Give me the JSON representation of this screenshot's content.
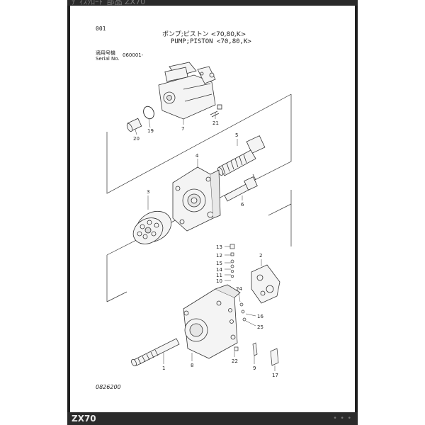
{
  "sheet": {
    "page_number": "001",
    "title_jp": "ポンプ;ピストン <70,80,K>",
    "title_en": "PUMP;PISTON <70,80,K>",
    "serial_label_jp": "適用号機",
    "serial_label_en": "Serial No.",
    "serial_value": "060001-",
    "figure_number": "0826200"
  },
  "viewer": {
    "model_label": "ZX70",
    "top_strip_text": "ﾃﾞｨｽｸﾛｰﾄﾞ部品 ZX70"
  },
  "callouts": [
    "1",
    "2",
    "3",
    "4",
    "5",
    "6",
    "7",
    "8",
    "9",
    "10",
    "11",
    "12",
    "13",
    "14",
    "15",
    "16",
    "17",
    "19",
    "20",
    "21",
    "22",
    "24",
    "25"
  ],
  "icons": [
    "hydraulic-pump-assembly-drawing",
    "o-ring-drawing",
    "bushing-drawing",
    "bolt-drawing",
    "spring-assembly-drawing",
    "pump-housing-drawing",
    "cylinder-block-drawing",
    "shaft-drawing",
    "valve-plate-drawing",
    "casing-drawing"
  ],
  "colors": {
    "ink": "#222222",
    "viewer_bg": "#1e1e1e",
    "paper": "#ffffff"
  }
}
